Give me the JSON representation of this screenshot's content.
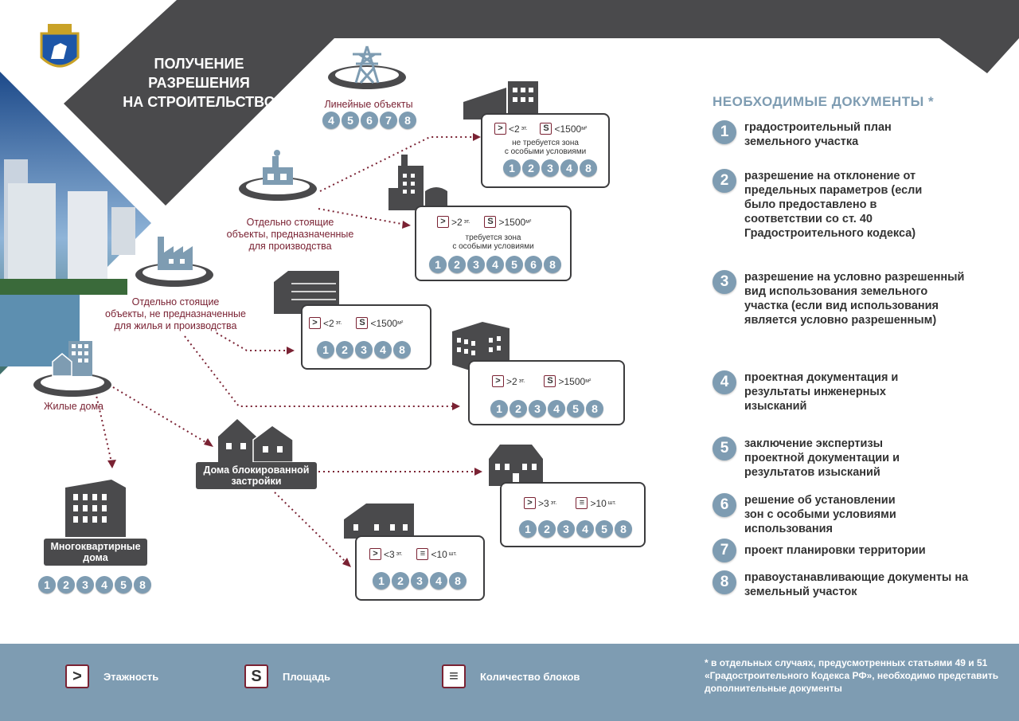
{
  "title": {
    "line1": "ПОЛУЧЕНИЕ",
    "line2": "РАЗРЕШЕНИЯ",
    "line3": "НА СТРОИТЕЛЬСТВО"
  },
  "colors": {
    "accent_blue": "#7e9cb2",
    "dark_gray": "#4a4a4c",
    "maroon": "#7a2233"
  },
  "categories": {
    "linear": {
      "label": "Линейные объекты",
      "nums": [
        "4",
        "5",
        "6",
        "7",
        "8"
      ],
      "icon": "power-tower-icon"
    },
    "production": {
      "line1": "Отдельно стоящие",
      "line2": "объекты, предназначенные",
      "line3": "для производства",
      "icon": "factory-icon"
    },
    "nonresidential": {
      "line1": "Отдельно стоящие",
      "line2": "объекты, не предназначенные",
      "line3": "для жилья и производства",
      "icon": "industrial-building-icon"
    },
    "residential": {
      "label": "Жилые дома",
      "icon": "residential-houses-icon"
    },
    "apartment": {
      "line1": "Многоквартирные",
      "line2": "дома",
      "nums": [
        "1",
        "2",
        "3",
        "4",
        "5",
        "8"
      ],
      "icon": "apartment-building-icon"
    },
    "blocked": {
      "line1": "Дома блокированной",
      "line2": "застройки",
      "icon": "townhouses-icon"
    }
  },
  "cards": {
    "prod_small": {
      "floors": "<2",
      "unit_floor": "эт.",
      "area": "<1500",
      "unit_area": "м²",
      "note1": "не требуется зона",
      "note2": "с особыми условиями",
      "nums": [
        "1",
        "2",
        "3",
        "4",
        "8"
      ]
    },
    "prod_large": {
      "floors": ">2",
      "unit_floor": "эт.",
      "area": ">1500",
      "unit_area": "м²",
      "note1": "требуется зона",
      "note2": "с особыми условиями",
      "nums": [
        "1",
        "2",
        "3",
        "4",
        "5",
        "6",
        "8"
      ]
    },
    "nonres_small": {
      "floors": "<2",
      "unit_floor": "эт.",
      "area": "<1500",
      "unit_area": "м²",
      "nums": [
        "1",
        "2",
        "3",
        "4",
        "8"
      ]
    },
    "nonres_large": {
      "floors": ">2",
      "unit_floor": "эт.",
      "area": ">1500",
      "unit_area": "м²",
      "nums": [
        "1",
        "2",
        "3",
        "4",
        "5",
        "8"
      ]
    },
    "block_large": {
      "floors": ">3",
      "unit_floor": "эт.",
      "blocks": ">10",
      "unit_blocks": "шт.",
      "nums": [
        "1",
        "2",
        "3",
        "4",
        "5",
        "8"
      ]
    },
    "block_small": {
      "floors": "<3",
      "unit_floor": "эт.",
      "blocks": "<10",
      "unit_blocks": "шт.",
      "nums": [
        "1",
        "2",
        "3",
        "4",
        "8"
      ]
    }
  },
  "documents": {
    "heading": "НЕОБХОДИМЫЕ  ДОКУМЕНТЫ *",
    "items": [
      {
        "num": "1",
        "text": "градостроительный план земельного участка"
      },
      {
        "num": "2",
        "text": "разрешение на отклонение от предельных параметров (если было предоставлено в соответствии со ст. 40 Градостроительного кодекса)"
      },
      {
        "num": "3",
        "text": "разрешение на условно разрешенный вид использования земельного участка (если вид использования является условно разрешенным)"
      },
      {
        "num": "4",
        "text": "проектная документация и результаты инженерных изысканий"
      },
      {
        "num": "5",
        "text": "заключение экспертизы проектной документации и результатов изысканий"
      },
      {
        "num": "6",
        "text": "решение об установлении зон с особыми условиями использования"
      },
      {
        "num": "7",
        "text": "проект планировки территории"
      },
      {
        "num": "8",
        "text": "правоустанавливающие документы на земельный участок"
      }
    ]
  },
  "legend": {
    "floors": "Этажность",
    "area": "Площадь",
    "area_symbol": "S",
    "blocks": "Количество  блоков"
  },
  "footnote": "* в отдельных случаях, предусмотренных статьями 49 и 51 «Градостроительного Кодекса РФ», необходимо представить дополнительные документы"
}
